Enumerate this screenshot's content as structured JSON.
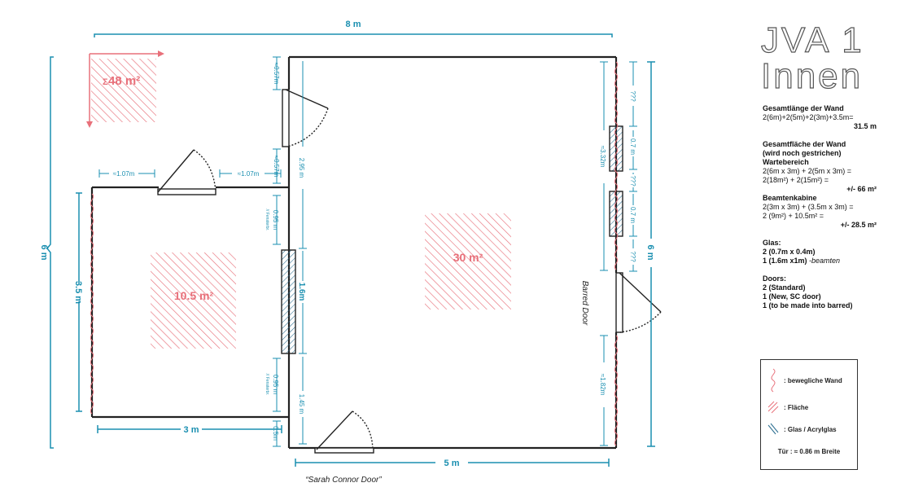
{
  "title": {
    "line1": "JVA 1",
    "line2": "Innen"
  },
  "notes": {
    "wall_length": {
      "heading": "Gesamtlänge der Wand",
      "formula": "2(6m)+2(5m)+2(3m)+3.5m=",
      "result": "31.5 m"
    },
    "wall_area": {
      "heading1": "Gesamtfläche der Wand",
      "heading2": "(wird noch gestrichen)",
      "heading3": "Wartebereich",
      "line1": "2(6m x 3m) + 2(5m x 3m) =",
      "line2": "2(18m²) + 2(15m²) =",
      "result1": "+/- 66 m²",
      "heading4": "Beamtenkabine",
      "line3": "2(3m x 3m) + (3.5m x 3m) =",
      "line4": "2 (9m²) + 10.5m² =",
      "result2": "+/- 28.5 m²"
    },
    "glass": {
      "heading": "Glas:",
      "line1": "2 (0.7m x 0.4m)",
      "line2a": "1 (1.6m x1m) ",
      "line2b": "-beamten"
    },
    "doors": {
      "heading": "Doors:",
      "line1": "2 (Standard)",
      "line2": "1 (New, SC door)",
      "line3": "1 (to be made into barred)"
    }
  },
  "legend": {
    "movable_wall": ": bewegliche Wand",
    "area": ": Fläche",
    "glass": ": Glas / Acrylglas",
    "door_width": "Tür : ≈ 0.86 m Breite"
  },
  "plan": {
    "dim_top": "8 m",
    "dim_left": "6 m",
    "dim_right": "6 m",
    "dim_bottom_right": "5 m",
    "dim_bottom_left": "3 m",
    "dim_small_room_height": "3.5 m",
    "dim_1_07_left": "≈1.07m",
    "dim_1_07_right": "≈1.07m",
    "dim_057_top": "≈0.57m",
    "dim_057_bottom": "≈0.57m",
    "dim_2_95": "2.95 m",
    "dim_095_top": "0.95 m",
    "dim_095_bottom": "0.95 m",
    "dim_095_note": "// Fensterbr.",
    "dim_1_6": "1.6m",
    "dim_1_45": "1.45 m",
    "dim_0_5": "0.5m",
    "dim_3_32": "≈3.32m",
    "dim_1_82": "≈1.82m",
    "dim_q1": "???",
    "dim_0_7_a": "0.7 m",
    "dim_q2": "???",
    "dim_0_7_b": "0.7 m",
    "dim_q3": "???",
    "area_total": "48 m²",
    "area_sigma": "Σ",
    "area_big": "30 m²",
    "area_small": "10.5 m²",
    "barred_door": "Barred Door",
    "sarah_connor_door": "“Sarah Connor Door”"
  },
  "colors": {
    "dimension": "#1a8fb0",
    "area": "#e8707a",
    "wall": "#222222",
    "glass": "#2a7ca0"
  }
}
